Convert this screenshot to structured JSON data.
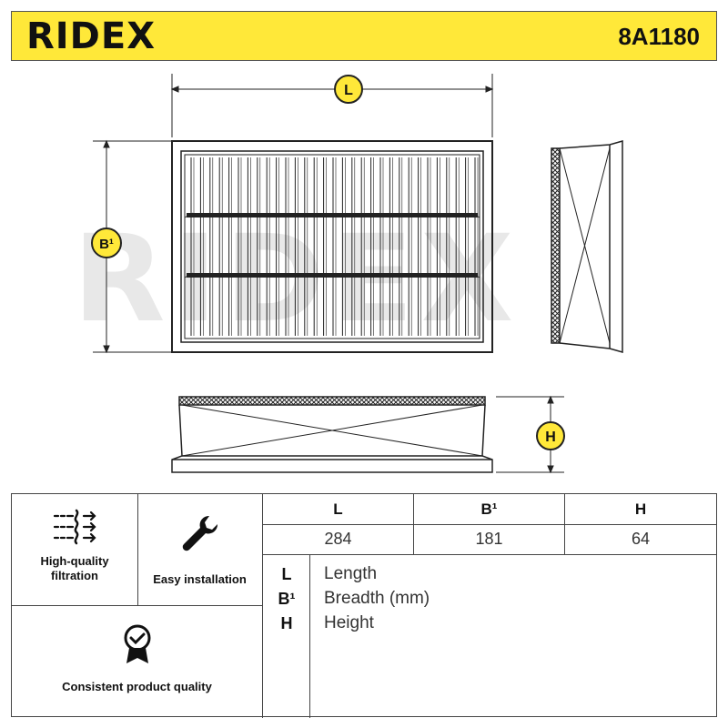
{
  "header": {
    "brand": "RIDEX",
    "part_number": "8A1180"
  },
  "drawing": {
    "watermark": "RIDEX",
    "labels": {
      "length": "L",
      "breadth": "B¹",
      "height": "H"
    }
  },
  "features": [
    {
      "icon": "filtration-arrows-icon",
      "label": "High-quality filtration"
    },
    {
      "icon": "wrench-icon",
      "label": "Easy installation"
    },
    {
      "icon": "quality-badge-check-icon",
      "label": "Consistent product quality"
    }
  ],
  "dimensions": {
    "headers": [
      "L",
      "B¹",
      "H"
    ],
    "values": [
      "284",
      "181",
      "64"
    ]
  },
  "legend": [
    {
      "key": "L",
      "text": "Length"
    },
    {
      "key": "B¹",
      "text": "Breadth (mm)"
    },
    {
      "key": "H",
      "text": "Height"
    }
  ],
  "colors": {
    "accent": "#ffe839",
    "line": "#222222",
    "watermark": "#e6e6e6"
  }
}
